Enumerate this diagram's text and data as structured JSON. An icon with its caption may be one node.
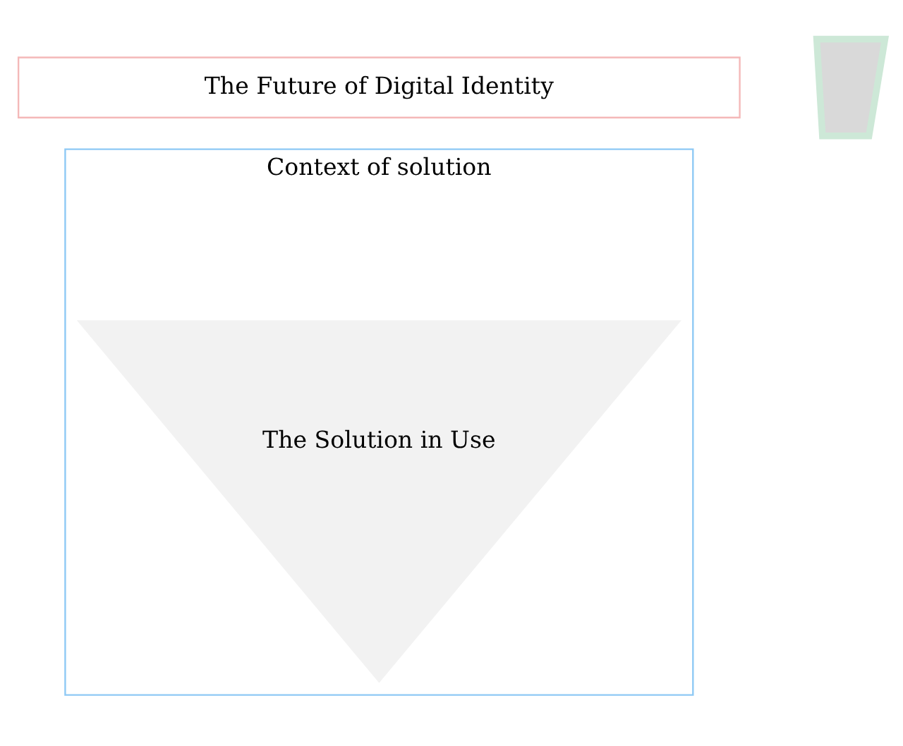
{
  "diagram": {
    "nodes": [
      {
        "text": [
          "The Future of Digital Identity"
        ]
      },
      {
        "text": [
          "Context of solution"
        ]
      },
      {
        "text": [
          "The Solution in Use"
        ],
        "in": 1
      },
      {
        "text": [],
        "shape": "box"
      }
    ]
  }
}
